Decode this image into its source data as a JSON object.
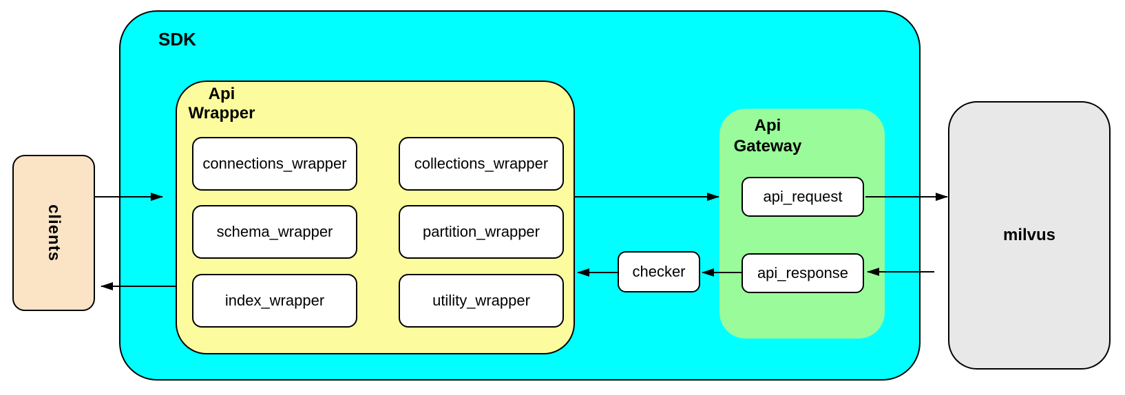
{
  "diagram": {
    "background": "#ffffff",
    "colors": {
      "sdk_fill": "#00ffff",
      "api_wrapper_fill": "#fcfc9e",
      "api_gateway_fill": "#9afb9a",
      "clients_fill": "#fbe3c6",
      "milvus_fill": "#e8e8e8",
      "leaf_box_fill": "#ffffff",
      "border": "#000000"
    },
    "nodes": {
      "clients": {
        "label": "clients"
      },
      "sdk": {
        "label": "SDK"
      },
      "api_wrapper": {
        "label": "Api Wrapper",
        "boxes": [
          {
            "label": "connections_wrapper"
          },
          {
            "label": "collections_wrapper"
          },
          {
            "label": "schema_wrapper"
          },
          {
            "label": "partition_wrapper"
          },
          {
            "label": "index_wrapper"
          },
          {
            "label": "utility_wrapper"
          }
        ]
      },
      "checker": {
        "label": "checker"
      },
      "api_gateway": {
        "label": "Api Gateway",
        "boxes": [
          {
            "label": "api_request"
          },
          {
            "label": "api_response"
          }
        ]
      },
      "milvus": {
        "label": "milvus"
      }
    },
    "edges": [
      {
        "from": "clients",
        "to": "sdk",
        "direction": "right"
      },
      {
        "from": "api_wrapper",
        "to": "clients",
        "direction": "left"
      },
      {
        "from": "api_wrapper",
        "to": "api_gateway",
        "direction": "right"
      },
      {
        "from": "api_request",
        "to": "milvus",
        "direction": "right"
      },
      {
        "from": "milvus",
        "to": "api_response",
        "direction": "left"
      },
      {
        "from": "api_response",
        "to": "checker",
        "direction": "left"
      },
      {
        "from": "checker",
        "to": "api_wrapper",
        "direction": "left"
      }
    ]
  }
}
